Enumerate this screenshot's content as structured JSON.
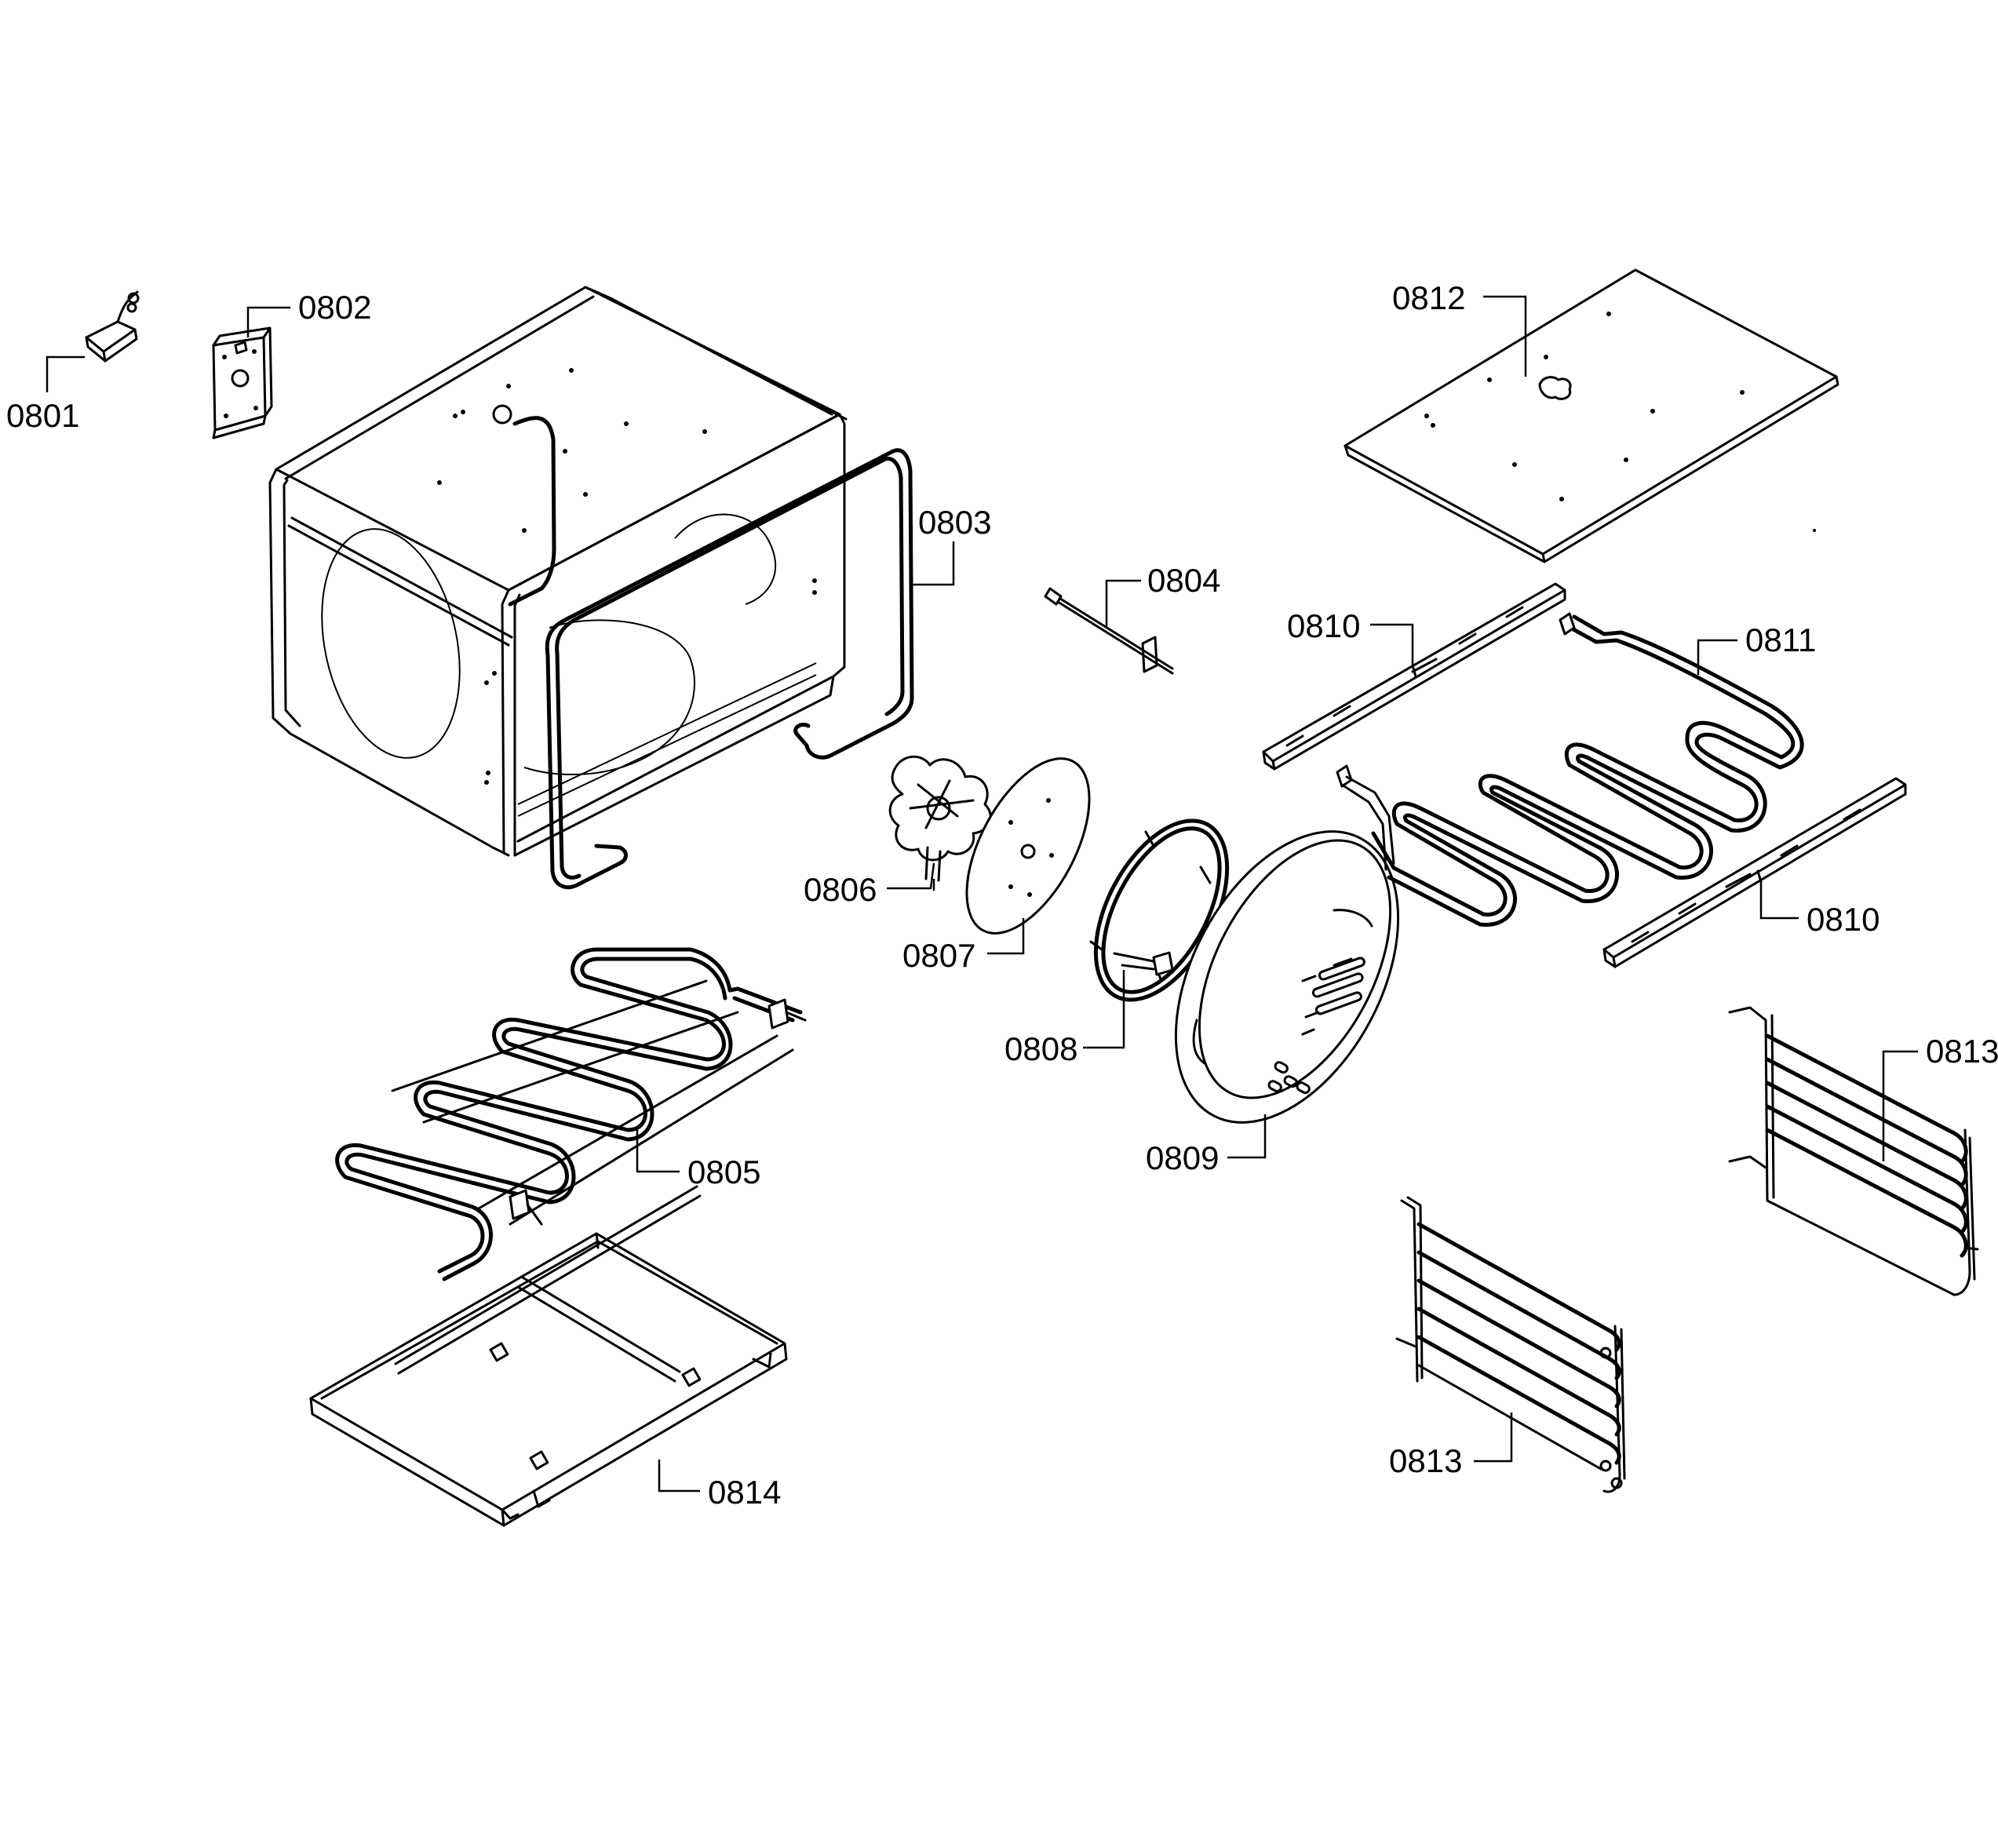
{
  "labels": {
    "p0801": "0801",
    "p0802": "0802",
    "p0803": "0803",
    "p0804": "0804",
    "p0805": "0805",
    "p0806": "0806",
    "p0807": "0807",
    "p0808": "0808",
    "p0809": "0809",
    "p0810a": "0810",
    "p0810b": "0810",
    "p0811": "0811",
    "p0812": "0812",
    "p0813a": "0813",
    "p0813b": "0813",
    "p0814": "0814"
  }
}
